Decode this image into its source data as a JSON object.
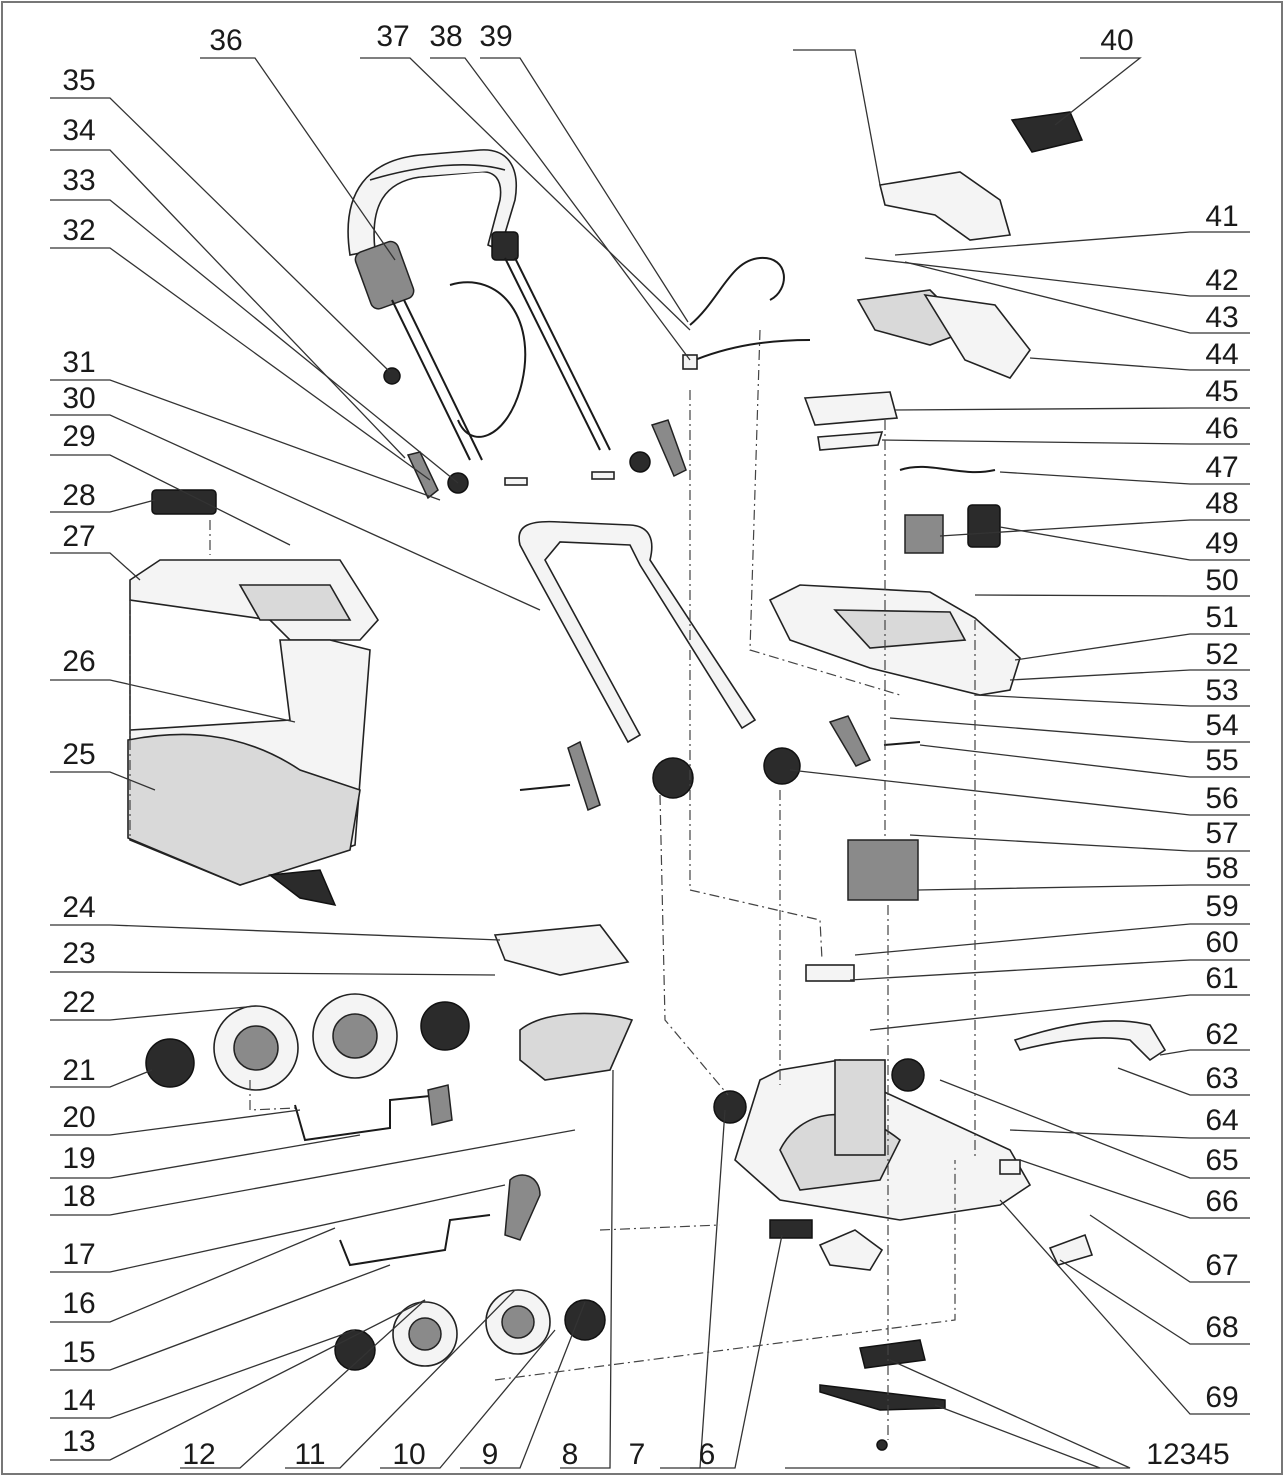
{
  "diagram": {
    "labels_top": [
      "36",
      "37",
      "38",
      "39",
      "40"
    ],
    "labels_left": [
      "35",
      "34",
      "33",
      "32",
      "31",
      "30",
      "29",
      "28",
      "27",
      "26",
      "25",
      "24",
      "23",
      "22",
      "21",
      "20",
      "19",
      "18",
      "17",
      "16",
      "15",
      "14",
      "13"
    ],
    "labels_right": [
      "41",
      "42",
      "43",
      "44",
      "45",
      "46",
      "47",
      "48",
      "49",
      "50",
      "51",
      "52",
      "53",
      "54",
      "55",
      "56",
      "57",
      "58",
      "59",
      "60",
      "61",
      "62",
      "63",
      "64",
      "65",
      "66",
      "67",
      "68",
      "69"
    ],
    "labels_bottom": [
      "12",
      "11",
      "10",
      "9",
      "8",
      "7",
      "6",
      "12345"
    ]
  },
  "colors": {
    "ink": "#1a1a1a",
    "part_dark": "#2b2b2b",
    "part_light": "#d9d9d9",
    "background": "#ffffff"
  }
}
